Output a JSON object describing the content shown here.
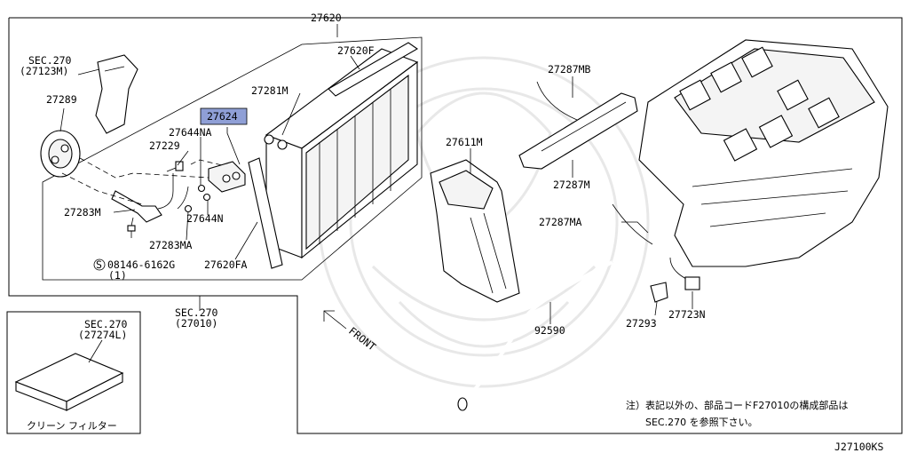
{
  "diagram": {
    "code": "J27100KS",
    "labels": {
      "p27620": "27620",
      "p27620F": "27620F",
      "p27281M": "27281M",
      "p27624": "27624",
      "p27644NA": "27644NA",
      "p27229": "27229",
      "p27289": "27289",
      "sec270_a": "SEC.270",
      "sec270_a_sub": "(27123M)",
      "p27283M": "27283M",
      "p27283MA": "27283MA",
      "p27644N": "27644N",
      "p27620FA": "27620FA",
      "bolt": "08146-6162G",
      "bolt_qty": "(1)",
      "sec270_b": "SEC.270",
      "sec270_b_sub": "(27010)",
      "sec270_c": "SEC.270",
      "sec270_c_sub": "(27274L)",
      "filter_jp": "クリーン フィルター",
      "p27287MB": "27287MB",
      "p27611M": "27611M",
      "p27287M": "27287M",
      "p27287MA": "27287MA",
      "p92590": "92590",
      "p27293": "27293",
      "p27723N": "27723N",
      "front": "FRONT",
      "note_line1": "注）表記以外の、部品コードF27010の構成部品は",
      "note_line2": "SEC.270 を参照下さい。"
    },
    "highlight_color": "#8f9fd6"
  }
}
